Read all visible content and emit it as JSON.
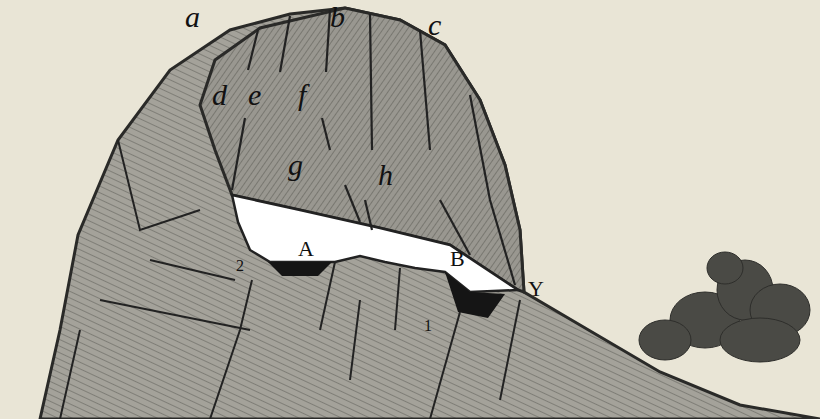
{
  "diagram": {
    "labels": [
      "a",
      "b",
      "c",
      "d",
      "e",
      "f",
      "g",
      "h",
      "A",
      "B",
      "Y",
      "2",
      "1"
    ]
  }
}
